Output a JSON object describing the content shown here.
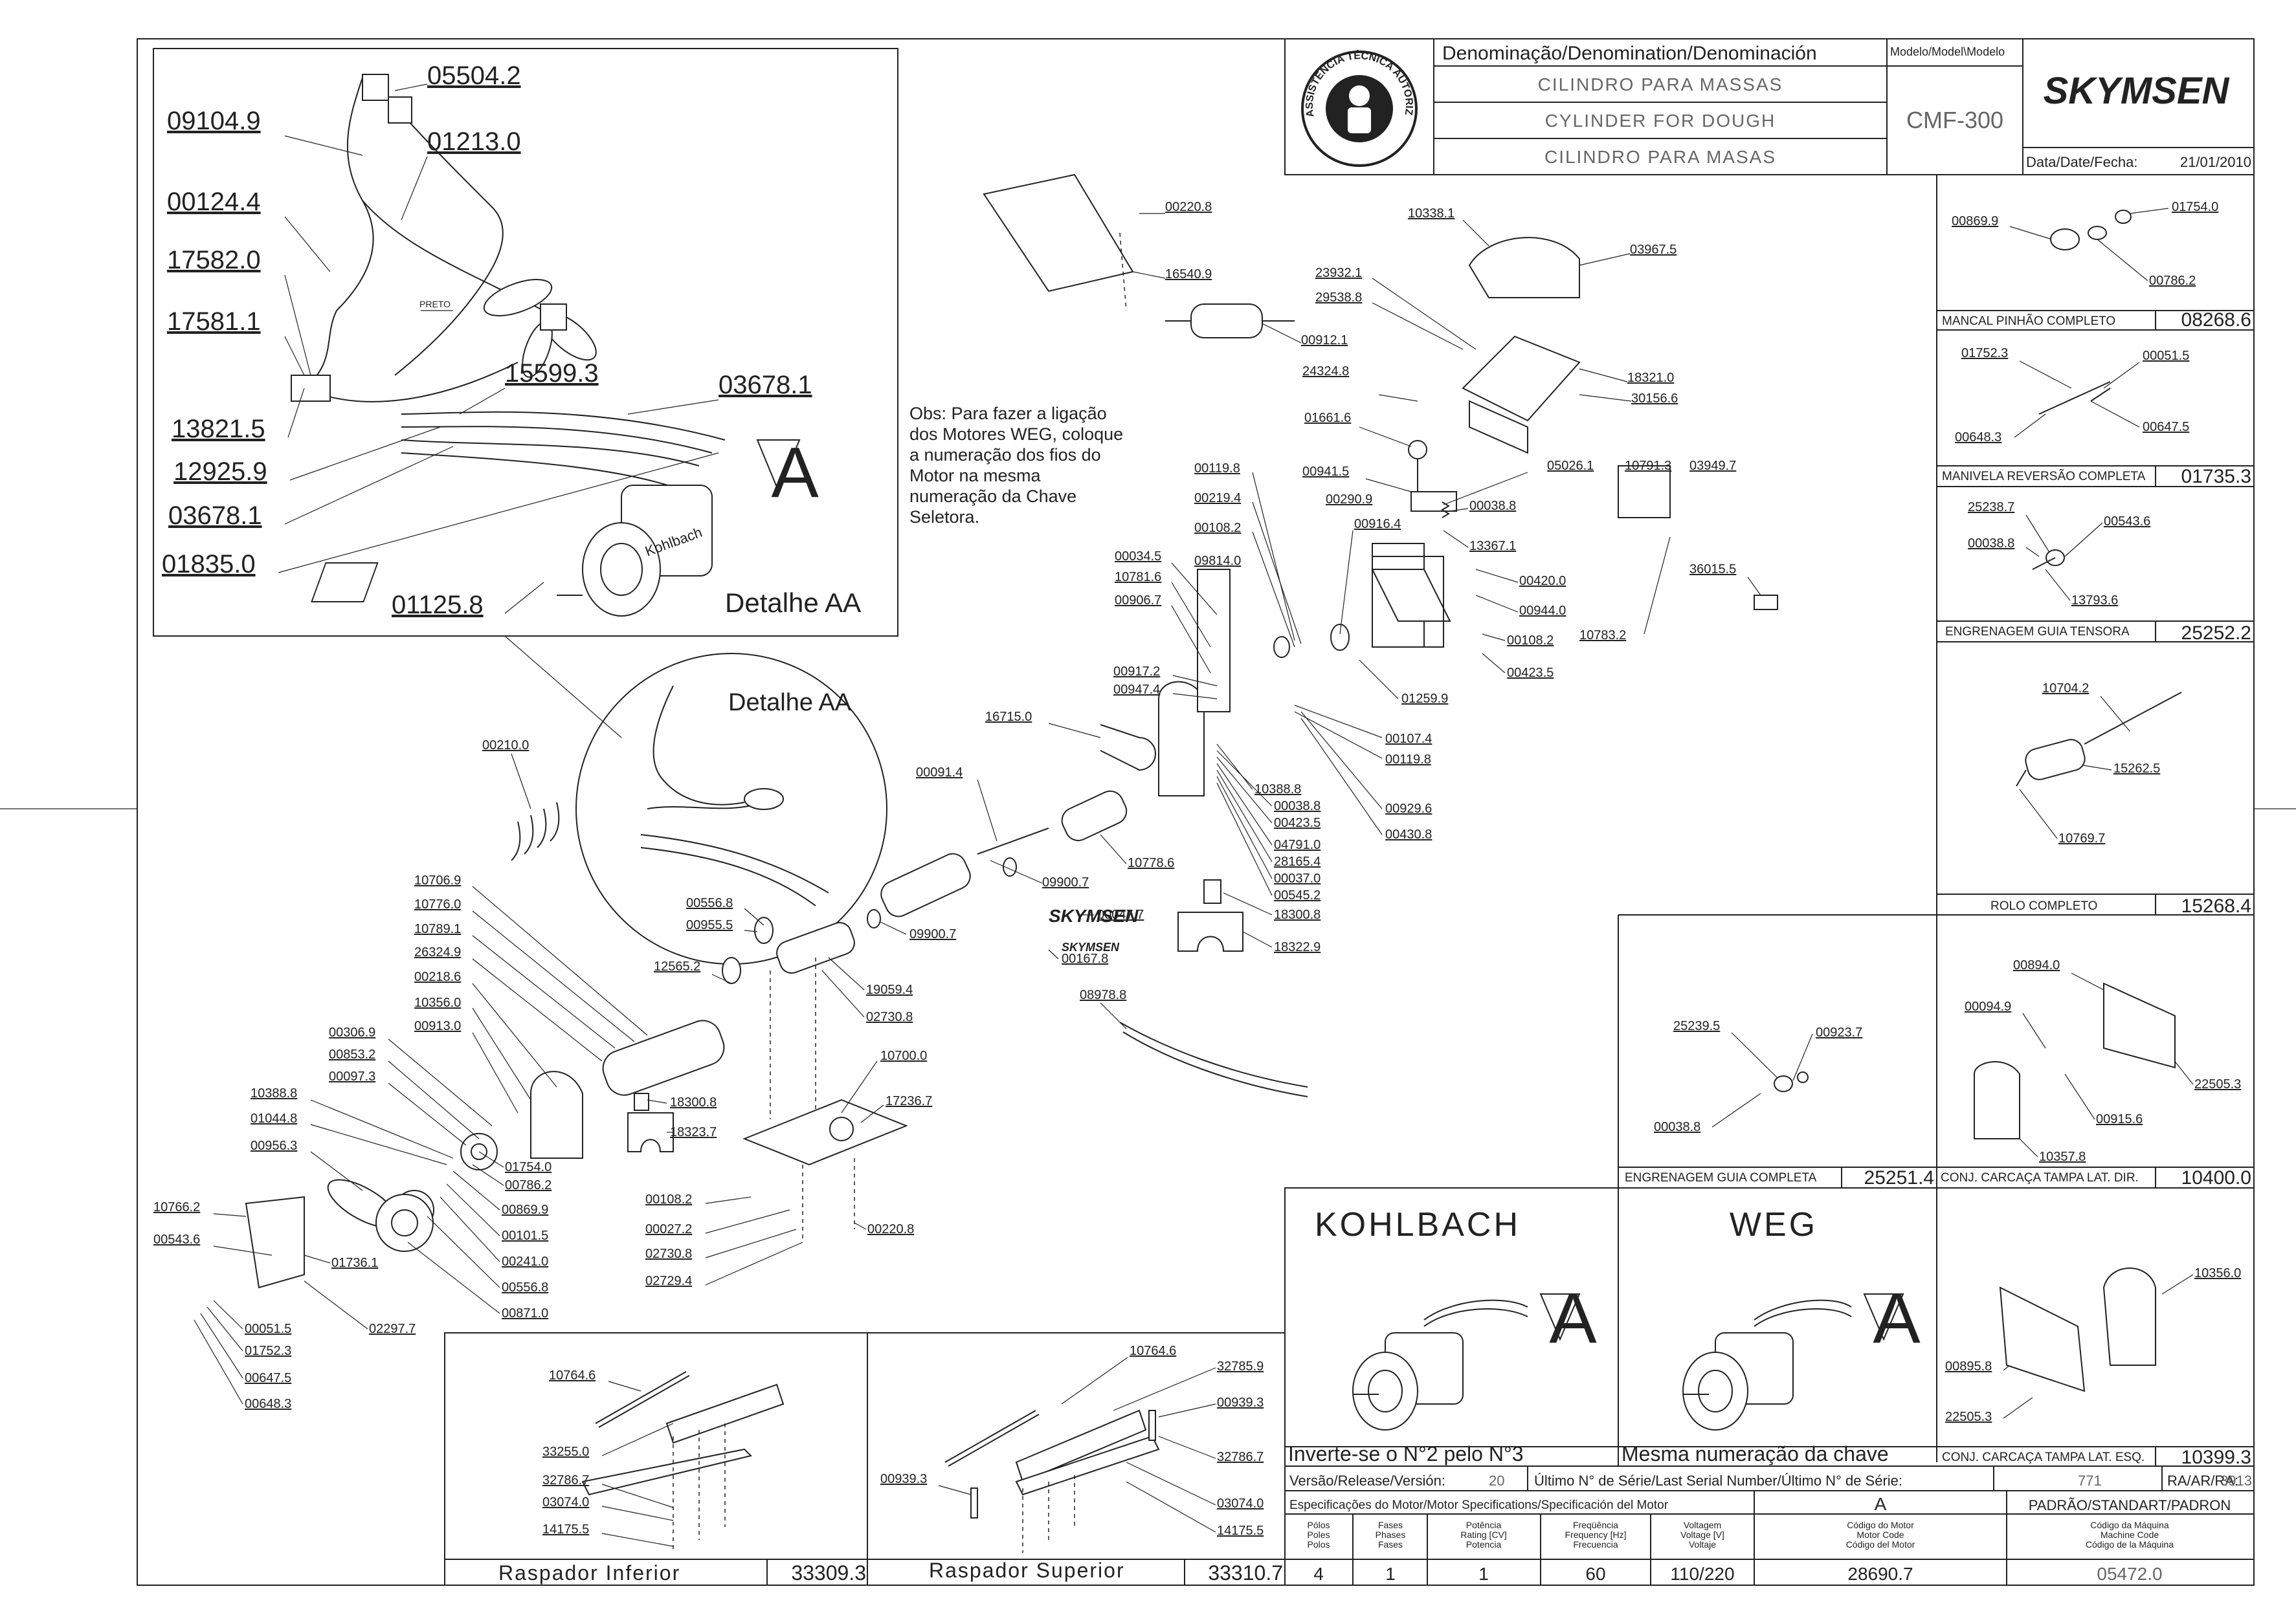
{
  "title_block": {
    "denomination_header": "Denominação/Denomination/Denominación",
    "model_header": "Modelo/Model\\Modelo",
    "names": [
      "CILINDRO PARA MASSAS",
      "CYLINDER FOR DOUGH",
      "CILINDRO PARA MASAS"
    ],
    "model": "CMF-300",
    "brand": "SKYMSEN",
    "seal_text": "ASSISTÊNCIA TÉCNICA AUTORIZADA",
    "date_label": "Data/Date/Fecha:",
    "date": "21/01/2010"
  },
  "detail_aa": {
    "title": "Detalhe AA",
    "letter": "A",
    "wire_label": "PRETO",
    "motor_label": "Kohlbach",
    "parts": [
      "05504.2",
      "09104.9",
      "01213.0",
      "00124.4",
      "17582.0",
      "17581.1",
      "15599.3",
      "03678.1",
      "13821.5",
      "12925.9",
      "03678.1",
      "01835.0",
      "01125.8"
    ]
  },
  "detail_circle_title": "Detalhe AA",
  "obs_note": [
    "Obs: Para fazer a ligação",
    "dos Motores WEG, coloque",
    "a numeração dos fios do",
    "Motor na mesma",
    "numeração da Chave",
    "Seletora."
  ],
  "main_parts": [
    "00220.8",
    "16540.9",
    "00912.1",
    "10338.1",
    "03967.5",
    "23932.1",
    "29538.8",
    "18321.0",
    "30156.6",
    "24324.8",
    "01661.6",
    "00941.5",
    "05026.1",
    "10791.3",
    "03949.7",
    "00038.8",
    "13367.1",
    "00290.9",
    "00916.4",
    "00119.8",
    "00219.4",
    "00108.2",
    "00034.5",
    "10781.6",
    "09814.0",
    "00906.7",
    "00420.0",
    "00944.0",
    "36015.5",
    "10783.2",
    "00108.2",
    "00423.5",
    "01259.9",
    "00917.2",
    "00947.4",
    "00107.4",
    "00119.8",
    "16715.0",
    "00929.6",
    "00430.8",
    "10388.8",
    "00038.8",
    "00423.5",
    "04791.0",
    "28165.4",
    "00037.0",
    "00545.2",
    "18300.8",
    "18322.9",
    "00091.4",
    "10778.6",
    "09900.7",
    "00210.0",
    "00556.8",
    "00955.5",
    "09900.7",
    "00047.7",
    "00167.8",
    "12565.2",
    "19059.4",
    "02730.8",
    "08978.8",
    "10706.9",
    "10776.0",
    "10789.1",
    "26324.9",
    "00218.6",
    "10356.0",
    "00913.0",
    "00306.9",
    "00853.2",
    "00097.3",
    "10388.8",
    "01044.8",
    "00956.3",
    "01754.0",
    "00786.2",
    "00869.9",
    "00101.5",
    "00241.0",
    "00556.8",
    "00871.0",
    "10766.2",
    "00543.6",
    "01736.1",
    "02297.7",
    "00051.5",
    "01752.3",
    "00647.5",
    "00648.3",
    "10700.0",
    "17236.7",
    "18300.8",
    "18323.7",
    "00108.2",
    "00027.2",
    "02730.8",
    "02729.4",
    "00220.8"
  ],
  "side_panels": [
    {
      "name": "MANCAL PINHÃO COMPLETO",
      "code": "08268.6",
      "parts": [
        "00869.9",
        "01754.0",
        "00786.2"
      ]
    },
    {
      "name": "MANIVELA REVERSÃO COMPLETA",
      "code": "01735.3",
      "parts": [
        "01752.3",
        "00051.5",
        "00648.3",
        "00647.5"
      ]
    },
    {
      "name": "ENGRENAGEM GUIA TENSORA",
      "code": "25252.2",
      "parts": [
        "25238.7",
        "00543.6",
        "00038.8",
        "13793.6"
      ]
    },
    {
      "name": "ROLO COMPLETO",
      "code": "15268.4",
      "parts": [
        "10704.2",
        "15262.5",
        "10769.7"
      ]
    },
    {
      "name": "ENGRENAGEM GUIA COMPLETA",
      "code": "25251.4",
      "parts": [
        "25239.5",
        "00923.7",
        "00038.8"
      ]
    },
    {
      "name": "CONJ. CARCAÇA TAMPA LAT. DIR.",
      "code": "10400.0",
      "parts": [
        "00894.0",
        "00094.9",
        "22505.3",
        "00915.6",
        "10357.8"
      ]
    },
    {
      "name": "CONJ. CARCAÇA TAMPA LAT. ESQ.",
      "code": "10399.3",
      "parts": [
        "10356.0",
        "00895.8",
        "22505.3"
      ]
    }
  ],
  "motors": {
    "kohlbach": {
      "title": "KOHLBACH",
      "letter": "A",
      "note": "Inverte-se o N°2 pelo N°3"
    },
    "weg": {
      "title": "WEG",
      "letter": "A",
      "note": "Mesma numeração da chave"
    }
  },
  "scrapers": [
    {
      "name": "Raspador Inferior",
      "code": "33309.3",
      "parts": [
        "10764.6",
        "33255.0",
        "32786.7",
        "03074.0",
        "14175.5"
      ]
    },
    {
      "name": "Raspador Superior",
      "code": "33310.7",
      "parts": [
        "10764.6",
        "32785.9",
        "00939.3",
        "32786.7",
        "00939.3",
        "03074.0",
        "14175.5"
      ]
    }
  ],
  "version_row": {
    "version_label": "Versão/Release/Versión:",
    "version": "20",
    "serial_label": "Último N° de Série/Last Serial Number/Último N° de Série:",
    "serial": "771",
    "ra_label": "RA/AR/RA:",
    "ra": "3913"
  },
  "motor_specs": {
    "header": "Especificações do Motor/Motor Specifications/Specificación del Motor",
    "column_a": "A",
    "standard_label": "PADRÃO/STANDART/PADRON",
    "columns": [
      "Pólos\nPoles\nPolos",
      "Fases\nPhases\nFases",
      "Potência\nRating [CV]\nPotencia",
      "Freqüência\nFrequency [Hz]\nFrecuencia",
      "Voltagem\nVoltage [V]\nVoltaje",
      "Código do Motor\nMotor Code\nCódigo del Motor",
      "Código da Máquina\nMachine Code\nCódigo de la Máquina"
    ],
    "values": [
      "4",
      "1",
      "1",
      "60",
      "110/220",
      "28690.7",
      "05472.0"
    ]
  }
}
